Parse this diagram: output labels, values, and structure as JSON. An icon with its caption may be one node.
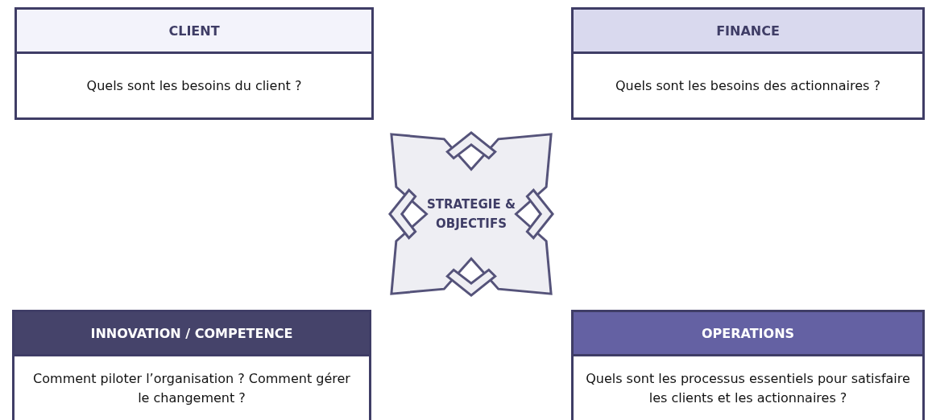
{
  "diagram": {
    "nodes": [
      {
        "text": [
          "CLIENT",
          "Quels sont les besoins du client ?"
        ]
      },
      {
        "text": [
          "FINANCE",
          "Quels sont les besoins des actionnaires ?"
        ]
      },
      {
        "text": [
          "STRATEGIE & OBJECTIFS"
        ]
      },
      {
        "text": [
          "INNOVATION / COMPETENCE",
          "Comment piloter l’organisation ? Comment gérer le changement ?"
        ]
      },
      {
        "text": [
          "OPERATIONS",
          "Quels sont les processus essentiels pour satisfaire les clients et les actionnaires ?"
        ]
      }
    ],
    "edges": []
  }
}
